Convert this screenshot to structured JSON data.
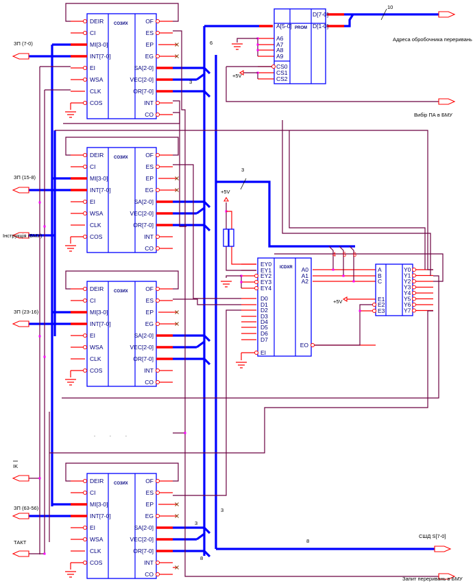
{
  "diagram": {
    "title": "Interrupt controller cascade schematic",
    "controllers": [
      {
        "id": "ctrl-1",
        "chip_label": "CO3ИX",
        "input_label": "ЗП (7-0)"
      },
      {
        "id": "ctrl-2",
        "chip_label": "CO3ИX",
        "input_label": "ЗП (15-8)"
      },
      {
        "id": "ctrl-3",
        "chip_label": "CO3ИX",
        "input_label": "ЗП (23-16)"
      },
      {
        "id": "ctrl-n",
        "chip_label": "CO3ИX",
        "input_label": "ЗП (63-56)"
      }
    ],
    "controller_left_pins": [
      "DEIR",
      "CI",
      "MI[3-0]",
      "INT[7-0]",
      "EI",
      "WSA",
      "CLK",
      "COS"
    ],
    "controller_right_pins": [
      "OF",
      "ES",
      "EP",
      "EG",
      "SA[2-0]",
      "VEC[2-0]",
      "OR[7-0]",
      "INT",
      "CO"
    ],
    "prom": {
      "chip_label": "PROM",
      "left_pins": [
        "A[5-0]",
        "A6",
        "A7",
        "A8",
        "A9",
        "CS0",
        "CS1",
        "CS2"
      ],
      "right_pins": [
        "D[7-0]",
        "D[1-0]"
      ]
    },
    "encoder": {
      "chip_label": "ICDXR",
      "left_pins": [
        "EY0",
        "EY1",
        "EY2",
        "EY3",
        "EY4",
        "D0",
        "D1",
        "D2",
        "D3",
        "D4",
        "D5",
        "D6",
        "D7",
        "EI"
      ],
      "right_pins": [
        "A0",
        "A1",
        "A2",
        "EO"
      ]
    },
    "decoder": {
      "left_pins": [
        "A",
        "B",
        "C",
        "E1",
        "E2",
        "E3"
      ],
      "right_pins": [
        "Y0",
        "Y1",
        "Y2",
        "Y3",
        "Y4",
        "Y5",
        "Y6",
        "Y7"
      ]
    },
    "ports": {
      "instr": "Інструкція (БМУ)",
      "ik": "ІK",
      "takt": "ТАКТ",
      "addr_out": "Адреса обробочника переривань",
      "vybir": "Вибір ПА в БМУ",
      "sshd": "СШД S[7-0]",
      "zapyt": "Запит переривань в БМУ"
    },
    "bus_widths": {
      "prom_out": "10",
      "top_bus": "6",
      "vec1": "3",
      "enc_in": "3",
      "last_sa": "3",
      "last_vec": "3",
      "last_or": "8",
      "sshd": "8"
    },
    "enc_taps": [
      "4",
      "5",
      "6"
    ],
    "vcc": "+5V",
    "ellipsis": ".          .          ."
  }
}
